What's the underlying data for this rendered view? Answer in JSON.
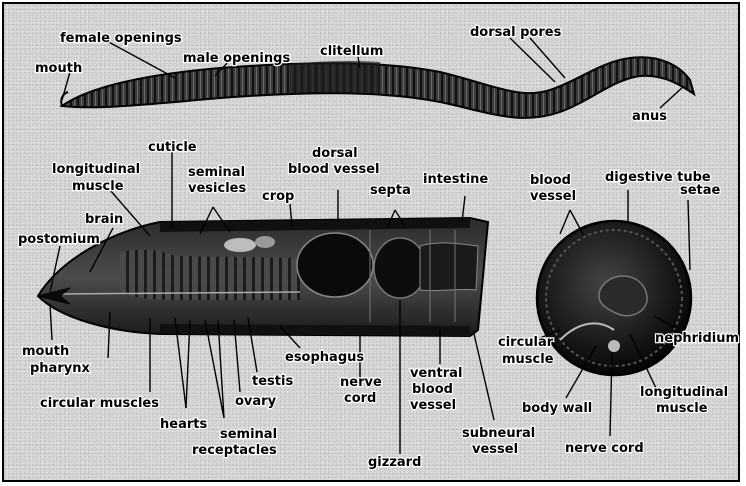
{
  "labels": {
    "female_openings": "female openings",
    "male_openings": "male openings",
    "clitellum": "clitellum",
    "dorsal_pores": "dorsal pores",
    "mouth_top": "mouth",
    "anus": "anus",
    "cuticle": "cuticle",
    "dorsal": "dorsal",
    "blood_vessel": "blood vessel",
    "longitudinal": "longitudinal",
    "muscle": "muscle",
    "seminal": "seminal",
    "vesicles": "vesicles",
    "crop": "crop",
    "septa": "septa",
    "intestine": "intestine",
    "brain": "brain",
    "prostomium": "postomium",
    "mouth_bottom": "mouth",
    "pharynx": "pharynx",
    "esophagus": "esophagus",
    "testis": "testis",
    "ovary": "ovary",
    "hearts": "hearts",
    "circular_muscles": "circular muscles",
    "nerve": "nerve",
    "cord": "cord",
    "ventral": "ventral",
    "blood": "blood",
    "vessel": "vessel",
    "gizzard": "gizzard",
    "subneural": "subneural",
    "receptacles": "receptacles",
    "cs_blood": "blood",
    "cs_vessel": "vessel",
    "digestive_tube": "digestive tube",
    "setae": "setae",
    "circular": "circular",
    "cs_muscle": "muscle",
    "nephridium": "nephridium",
    "body_wall": "body wall",
    "cs_longitudinal": "longitudinal",
    "cs_muscle2": "muscle",
    "cs_nerve_cord": "nerve cord"
  }
}
